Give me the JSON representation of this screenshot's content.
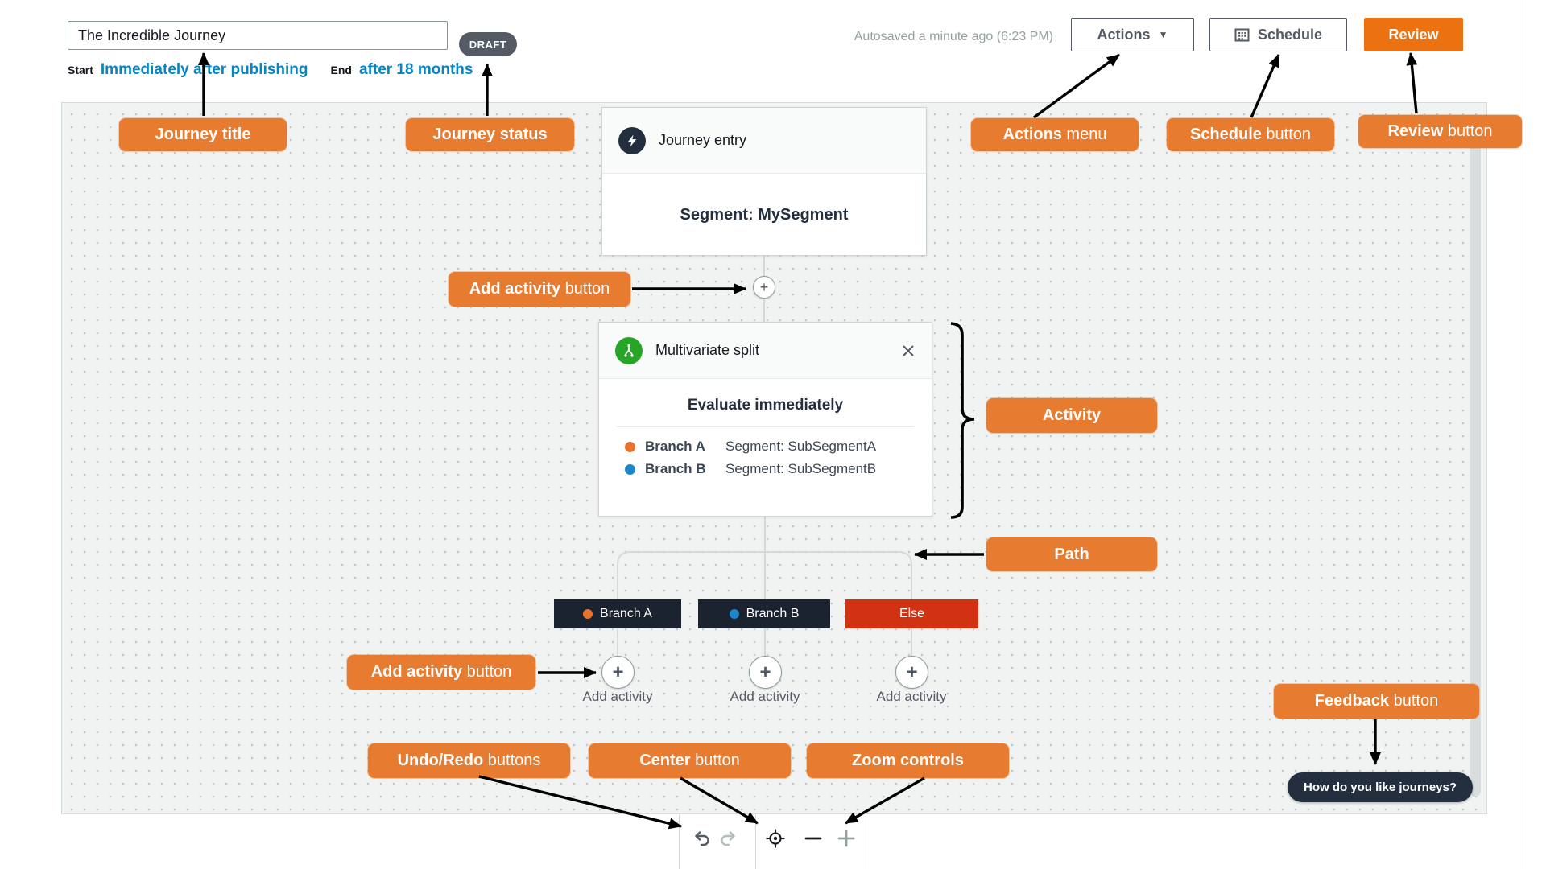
{
  "header": {
    "title_value": "The Incredible Journey",
    "status_badge": "DRAFT",
    "start_label": "Start",
    "start_value": "Immediately after publishing",
    "end_label": "End",
    "end_value": "after 18 months",
    "autosave_text": "Autosaved a minute ago (6:23 PM)",
    "actions_button": "Actions",
    "schedule_button": "Schedule",
    "review_button": "Review"
  },
  "canvas": {
    "entry_card": {
      "title": "Journey entry",
      "body": "Segment: MySegment"
    },
    "split_card": {
      "title": "Multivariate split",
      "evaluate": "Evaluate immediately",
      "branches": [
        {
          "name": "Branch A",
          "segment": "Segment: SubSegmentA",
          "color": "#e8742c"
        },
        {
          "name": "Branch B",
          "segment": "Segment: SubSegmentB",
          "color": "#1e87c9"
        }
      ]
    },
    "branch_pills": [
      {
        "label": "Branch A",
        "dot_color": "#e8742c"
      },
      {
        "label": "Branch B",
        "dot_color": "#1e87c9"
      },
      {
        "label": "Else",
        "dot_color": ""
      }
    ],
    "add_activity_labels": [
      "Add activity",
      "Add activity",
      "Add activity"
    ],
    "feedback_pill": "How do you like journeys?"
  },
  "annotations": [
    {
      "b": "Journey title",
      "r": ""
    },
    {
      "b": "Journey status",
      "r": ""
    },
    {
      "b": "Actions",
      "r": " menu"
    },
    {
      "b": "Schedule",
      "r": " button"
    },
    {
      "b": "Review",
      "r": " button"
    },
    {
      "b": "Add activity",
      "r": " button"
    },
    {
      "b": "Activity",
      "r": ""
    },
    {
      "b": "Path",
      "r": ""
    },
    {
      "b": "Add activity",
      "r": " button"
    },
    {
      "b": "Feedback",
      "r": " button"
    },
    {
      "b": "Undo/Redo",
      "r": " buttons"
    },
    {
      "b": "Center",
      "r": " button"
    },
    {
      "b": "Zoom controls",
      "r": ""
    }
  ],
  "icons": {
    "journey_entry": "lightning-bolt",
    "multivariate_split": "branch-split",
    "close": "x-cross",
    "schedule": "calendar-grid",
    "actions_caret": "caret-down",
    "add_activity": "plus",
    "undo": "curved-arrow-left",
    "redo": "curved-arrow-right",
    "center": "crosshair-target",
    "zoom_out": "minus",
    "zoom_in": "plus"
  },
  "colors": {
    "annotation_orange": "#e77b2f",
    "aws_button_orange": "#ec7211",
    "link_blue": "#0a84c1",
    "dark_navy": "#232f3e",
    "else_red": "#d13212",
    "split_green": "#27a527",
    "badge_gray": "#545b64"
  }
}
